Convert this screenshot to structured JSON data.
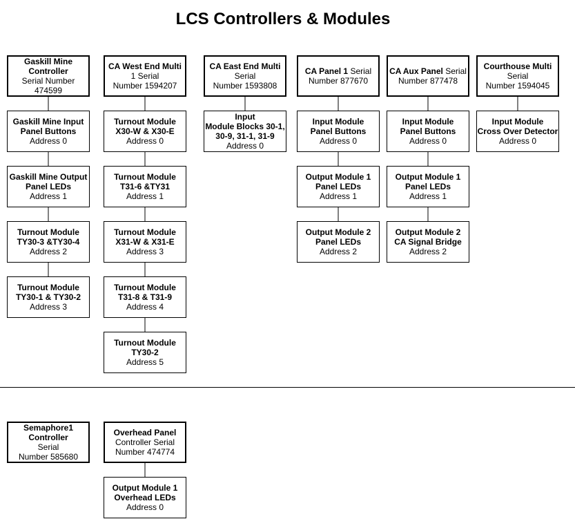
{
  "title": "LCS Controllers & Modules",
  "top": {
    "controllers": [
      {
        "lines": [
          {
            "t": "Gaskill Mine",
            "b": true
          },
          {
            "t": "Controller",
            "b": true
          },
          {
            "t": "Serial Number",
            "b": false
          },
          {
            "t": "474599",
            "b": false
          }
        ]
      },
      {
        "lines": [
          {
            "t": "CA West End Multi",
            "b": true
          },
          {
            "t": "1 Serial",
            "b": false
          },
          {
            "t": "Number 1594207",
            "b": false
          }
        ]
      },
      {
        "lines": [
          {
            "t": "CA East End Multi",
            "b": true
          },
          {
            "t": "Serial",
            "b": false
          },
          {
            "t": "Number 1593808",
            "b": false
          }
        ]
      },
      {
        "lines": [
          {
            "t": "CA Panel 1 Serial",
            "b": false
          },
          {
            "t": "Number 877670",
            "b": false
          }
        ]
      },
      {
        "lines": [
          {
            "t": "CA Aux Panel Serial",
            "b": false
          },
          {
            "t": "Number 877478",
            "b": false
          }
        ]
      },
      {
        "lines": [
          {
            "t": "Courthouse Multi",
            "b": true
          },
          {
            "t": "Serial",
            "b": false
          },
          {
            "t": "Number 1594045",
            "b": false
          }
        ]
      }
    ],
    "modules": [
      [
        {
          "lines": [
            "Gaskill Mine Input",
            "Panel Buttons"
          ],
          "address": "Address 0"
        },
        {
          "lines": [
            "Gaskill Mine Output",
            "Panel LEDs"
          ],
          "address": "Address 1"
        },
        {
          "lines": [
            "Turnout Module",
            "TY30-3 &TY30-4"
          ],
          "address": "Address 2"
        },
        {
          "lines": [
            "Turnout Module",
            "TY30-1 & TY30-2"
          ],
          "address": "Address 3"
        }
      ],
      [
        {
          "lines": [
            "Turnout Module",
            "X30-W & X30-E"
          ],
          "address": "Address 0"
        },
        {
          "lines": [
            "Turnout Module",
            "T31-6 &TY31"
          ],
          "address": "Address 1"
        },
        {
          "lines": [
            "Turnout Module",
            "X31-W & X31-E"
          ],
          "address": "Address 3"
        },
        {
          "lines": [
            "Turnout Module",
            "T31-8 & T31-9"
          ],
          "address": "Address 4"
        },
        {
          "lines": [
            "Turnout Module",
            "TY30-2"
          ],
          "address": "Address 5"
        }
      ],
      [
        {
          "lines": [
            "Input",
            "Module Blocks 30-1,",
            "30-9, 31-1, 31-9"
          ],
          "address": "Address 0"
        }
      ],
      [
        {
          "lines": [
            "Input Module",
            "Panel Buttons"
          ],
          "address": "Address 0"
        },
        {
          "lines": [
            "Output Module 1",
            "Panel LEDs"
          ],
          "address": "Address 1"
        },
        {
          "lines": [
            "Output Module 2",
            "Panel LEDs"
          ],
          "address": "Address 2"
        }
      ],
      [
        {
          "lines": [
            "Input Module",
            "Panel Buttons"
          ],
          "address": "Address 0"
        },
        {
          "lines": [
            "Output Module 1",
            "Panel LEDs"
          ],
          "address": "Address 1"
        },
        {
          "lines": [
            "Output Module 2",
            "CA Signal Bridge"
          ],
          "address": "Address 2"
        }
      ],
      [
        {
          "lines": [
            "Input Module",
            "Cross Over Detector"
          ],
          "address": "Address 0"
        }
      ]
    ]
  },
  "bottom": {
    "controllers": [
      {
        "lines": [
          {
            "t": "Semaphore1",
            "b": true
          },
          {
            "t": "Controller",
            "b": true
          },
          {
            "t": "Serial",
            "b": false
          },
          {
            "t": "Number 585680",
            "b": false
          }
        ]
      },
      {
        "lines": [
          {
            "t": "Overhead Panel",
            "b": true
          },
          {
            "t": "Controller Serial",
            "b": false
          },
          {
            "t": "Number 474774",
            "b": false
          }
        ]
      }
    ],
    "modules": [
      [],
      [
        {
          "lines": [
            "Output Module 1",
            "Overhead LEDs"
          ],
          "address": "Address 0"
        }
      ]
    ]
  }
}
